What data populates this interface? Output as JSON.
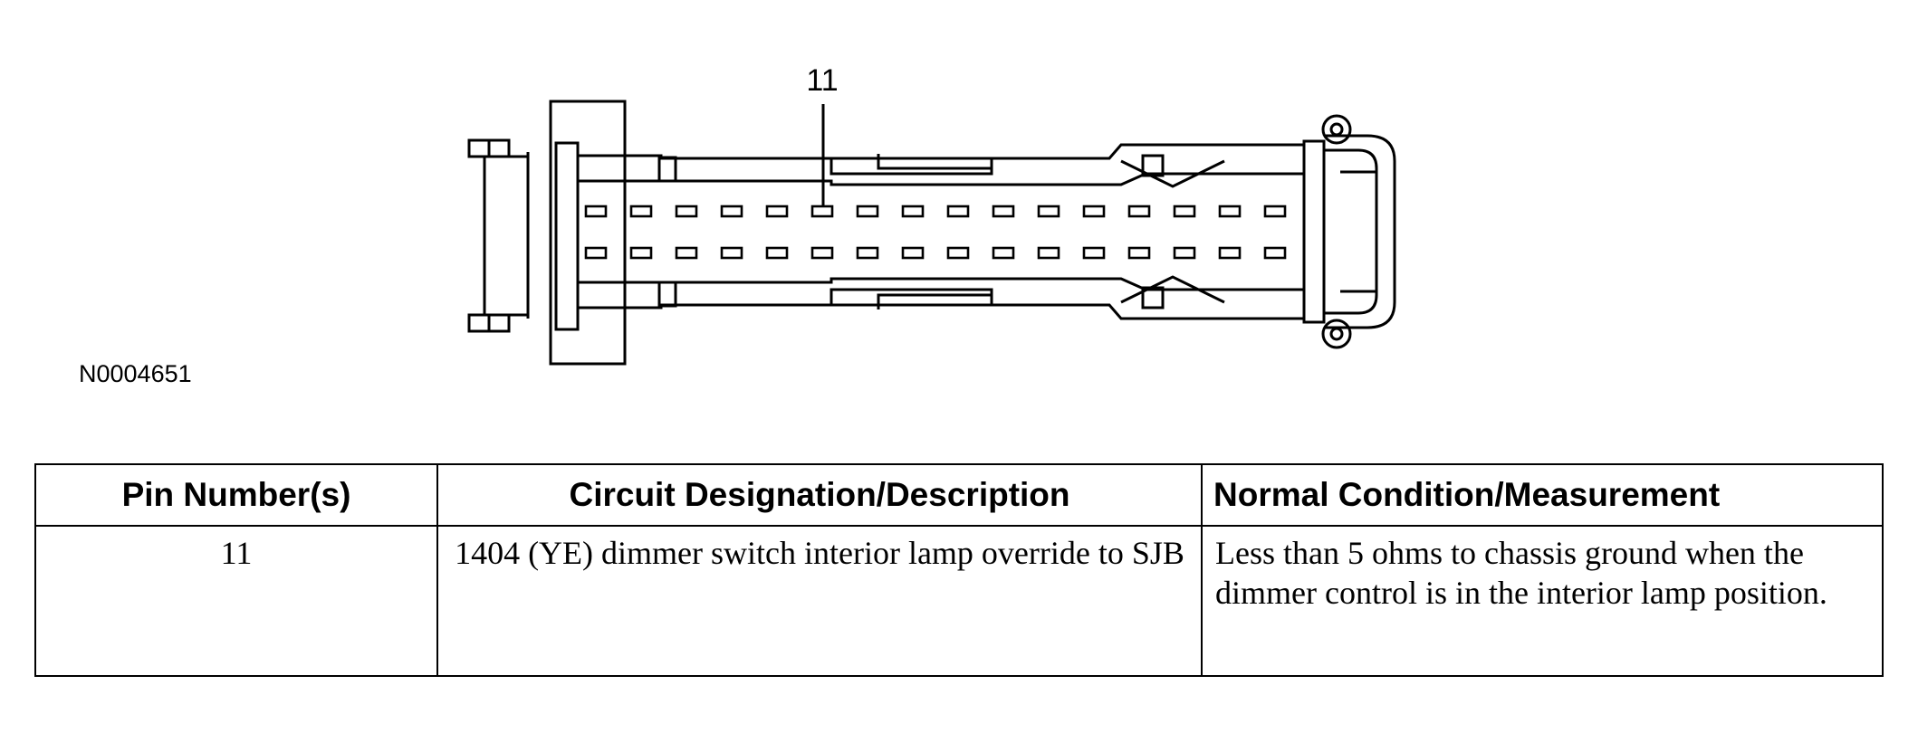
{
  "diagram": {
    "pin_callout": "11",
    "figure_id": "N0004651",
    "pin_rows": 2,
    "pins_per_row": 16
  },
  "table": {
    "headers": [
      "Pin Number(s)",
      "Circuit Designation/Description",
      "Normal Condition/Measurement"
    ],
    "rows": [
      {
        "pin": "11",
        "circuit": "1404 (YE) dimmer switch interior lamp override to SJB",
        "condition": "Less than 5 ohms to chassis ground when the dimmer control is in the interior lamp position."
      }
    ]
  }
}
